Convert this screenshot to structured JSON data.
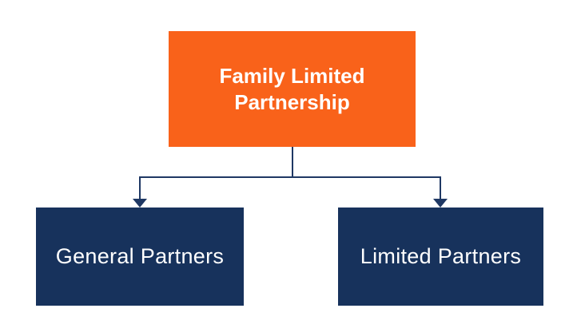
{
  "diagram": {
    "type": "org-chart",
    "root": {
      "label": "Family Limited Partnership"
    },
    "children": [
      {
        "label": "General Partners"
      },
      {
        "label": "Limited Partners"
      }
    ],
    "colors": {
      "root_fill": "#f9621a",
      "child_fill": "#17325c",
      "connector": "#1f3864",
      "node_text": "#ffffff",
      "background": "#ffffff"
    }
  }
}
